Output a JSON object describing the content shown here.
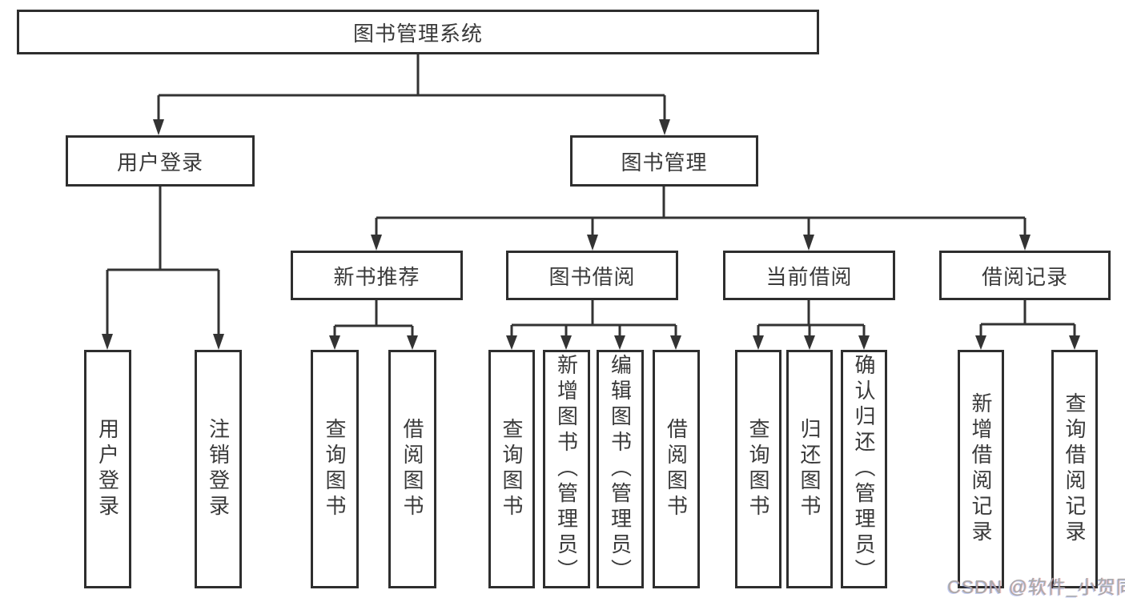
{
  "colors": {
    "line": "#333333",
    "box_border": "#2e2e2e",
    "text": "#3a3a3a",
    "watermark": "#a9a9a9",
    "background": "#ffffff"
  },
  "nodes": {
    "root": "图书管理系统",
    "user_login": "用户登录",
    "book_mgmt": "图书管理",
    "new_book_rec": "新书推荐",
    "book_borrow": "图书借阅",
    "current_borrow": "当前借阅",
    "borrow_record": "借阅记录",
    "leaf_user_login": "用户登录",
    "leaf_logout": "注销登录",
    "leaf_query_book_rec": "查询图书",
    "leaf_borrow_book_rec": "借阅图书",
    "leaf_query_book_borrow": "查询图书",
    "leaf_add_book": "新增图书（管理员）",
    "leaf_edit_book": "编辑图书（管理员）",
    "leaf_borrow_book": "借阅图书",
    "leaf_query_book_current": "查询图书",
    "leaf_return_book": "归还图书",
    "leaf_confirm_return": "确认归还（管理员）",
    "leaf_add_record": "新增借阅记录",
    "leaf_query_record": "查询借阅记录"
  },
  "watermark": {
    "text": "CSDN @软件_小贺同学"
  }
}
